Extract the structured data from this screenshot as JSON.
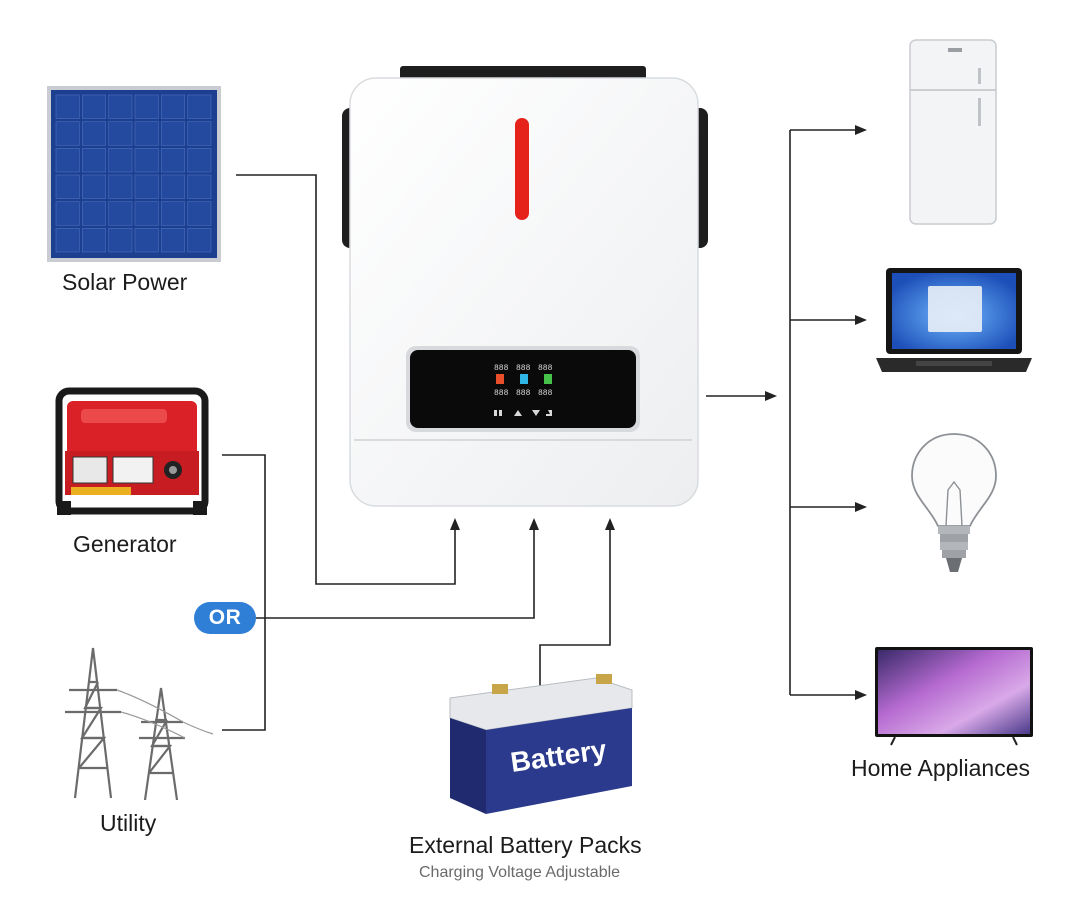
{
  "sources": {
    "solar_label": "Solar Power",
    "generator_label": "Generator",
    "utility_label": "Utility",
    "or_badge": "OR"
  },
  "battery": {
    "front_text": "Battery",
    "caption": "External Battery Packs",
    "subcaption": "Charging Voltage Adjustable"
  },
  "loads": {
    "caption": "Home Appliances",
    "items": [
      "refrigerator-icon",
      "laptop-icon",
      "light-bulb-icon",
      "tv-icon"
    ]
  },
  "inverter": {
    "screen_labels": [
      "888",
      "888",
      "888",
      "888",
      "888",
      "888"
    ]
  },
  "colors": {
    "accent_red": "#e5231b",
    "or_blue": "#2f7fd6",
    "battery_blue": "#2b3a8c",
    "solar_blue": "#1d3f8f",
    "generator_red": "#d92127",
    "line": "#222222"
  }
}
